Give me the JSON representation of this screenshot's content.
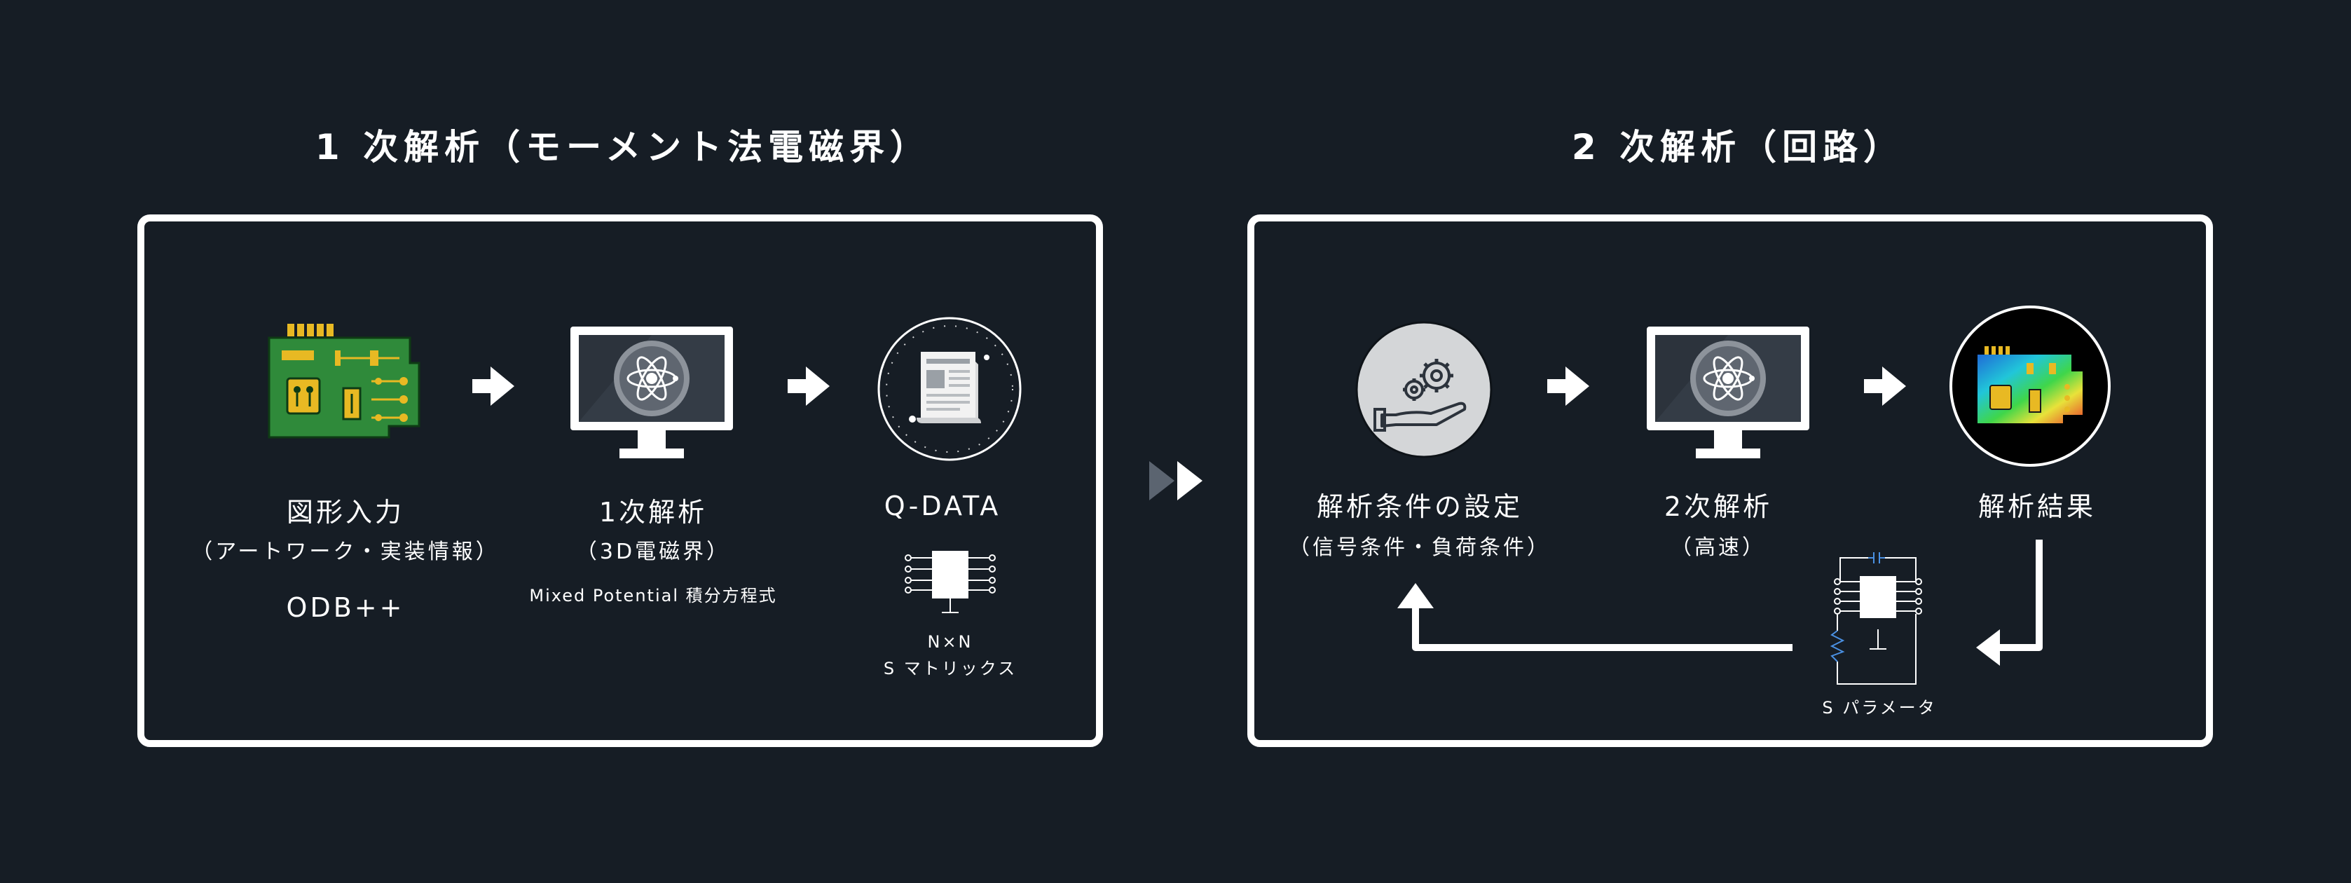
{
  "primary_analysis": {
    "title": "1 次解析（モーメント法電磁界）",
    "steps": [
      {
        "name": "図形入力",
        "sub": "（アートワーク・実装情報）",
        "note": "ODB++",
        "icon": "circuit-board-icon"
      },
      {
        "name": "1次解析",
        "sub": "（3D電磁界）",
        "note": "Mixed Potential 積分方程式",
        "icon": "monitor-atom-icon"
      },
      {
        "name": "Q-DATA",
        "sub": "N×N",
        "note": "S マトリックス",
        "icon": "document-icon"
      }
    ]
  },
  "secondary_analysis": {
    "title": "2 次解析（回路）",
    "steps": [
      {
        "name": "解析条件の設定",
        "sub": "（信号条件・負荷条件）",
        "icon": "hand-gears-icon"
      },
      {
        "name": "2次解析",
        "sub": "（高速）",
        "icon": "monitor-atom-icon"
      },
      {
        "name": "解析結果",
        "icon": "heatmap-board-icon"
      }
    ],
    "feedback_label": "S パラメータ"
  },
  "colors": {
    "background": "#161d25",
    "foreground": "#ffffff",
    "board_green": "#2f8a3a",
    "gold": "#e8b923",
    "connector_gray": "#5b6470",
    "resistor_blue": "#4a90e2"
  }
}
